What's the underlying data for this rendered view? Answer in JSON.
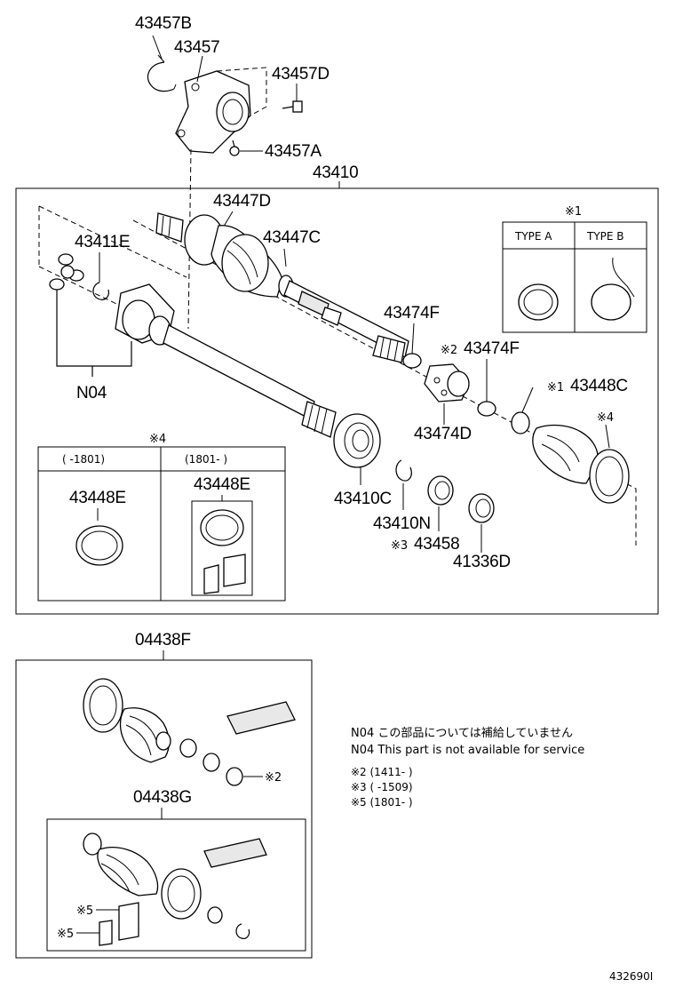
{
  "parts": {
    "p43457B": "43457B",
    "p43457": "43457",
    "p43457D": "43457D",
    "p43457A": "43457A",
    "p43410": "43410",
    "p43447D": "43447D",
    "p43447C": "43447C",
    "p43411E": "43411E",
    "n04": "N04",
    "p43474F_a": "43474F",
    "p43474F_b": "43474F",
    "p43474D": "43474D",
    "p43448C": "43448C",
    "p43410C": "43410C",
    "p43410N": "43410N",
    "p43458": "43458",
    "p41336D": "41336D",
    "p43448E_a": "43448E",
    "p43448E_b": "43448E",
    "p04438F": "04438F",
    "p04438G": "04438G"
  },
  "marks": {
    "m1": "※1",
    "m1b": "※1",
    "m2": "※2",
    "m2b": "※2",
    "m3": "※3",
    "m4": "※4",
    "m4b": "※4",
    "m5a": "※5",
    "m5b": "※5"
  },
  "type_table": {
    "type_a": "TYPE A",
    "type_b": "TYPE B"
  },
  "date_table": {
    "col1": "(      -1801)",
    "col2": "(1801-      )"
  },
  "notes": {
    "n04_jp": "N04  この部品については補給していません",
    "n04_en": "N04  This part is not available for service",
    "n2": "※2 (1411-        )",
    "n3": "※3 (        -1509)",
    "n5": "※5 (1801-        )"
  },
  "diagram_id": "432690I"
}
